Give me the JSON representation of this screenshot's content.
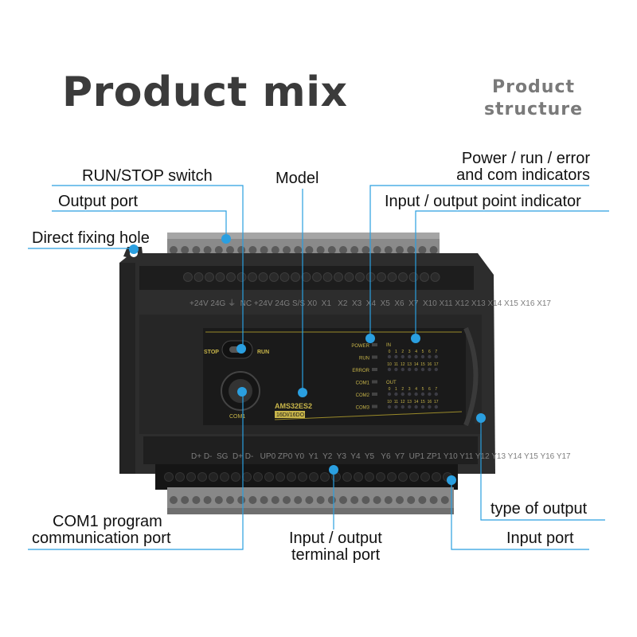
{
  "header": {
    "title": "Product mix",
    "subtitle_line1": "Product",
    "subtitle_line2": "structure"
  },
  "callouts": {
    "run_stop_switch": "RUN/STOP switch",
    "output_port": "Output port",
    "fixing_hole": "Direct fixing hole",
    "model": "Model",
    "indicators_line1": "Power / run / error",
    "indicators_line2": "and com indicators",
    "io_point_indicator": "Input / output point indicator",
    "com1_line1": "COM1 program",
    "com1_line2": "communication port",
    "terminal_line1": "Input / output",
    "terminal_line2": "terminal port",
    "type_of_output": "type of output",
    "input_port": "Input port"
  },
  "device": {
    "top_terminal_labels": "+24V 24G ⏚  NC +24V 24G S/S X0  X1   X2  X3  X4  X5  X6  X7  X10 X11 X12 X13 X14 X15 X16 X17",
    "bottom_terminal_labels": "D+ D-  SG  D+ D-   UP0 ZP0 Y0  Y1  Y2  Y3  Y4  Y5   Y6  Y7  UP1 ZP1 Y10 Y11 Y12 Y13 Y14 Y15 Y16 Y17",
    "switch_stop": "STOP",
    "switch_run": "RUN",
    "com_port": "COM1",
    "model_name": "AMS32ES2",
    "model_io": "16DI/16DO",
    "status_leds": [
      "POWER",
      "RUN",
      "ERROR",
      "COM1",
      "COM2",
      "COM3"
    ],
    "in_label": "IN",
    "out_label": "OUT",
    "row_a": [
      "0",
      "1",
      "2",
      "3",
      "4",
      "5",
      "6",
      "7"
    ],
    "row_b": [
      "10",
      "11",
      "12",
      "13",
      "14",
      "15",
      "16",
      "17"
    ]
  },
  "colors": {
    "callout_line": "#2a9fe0",
    "panel_text": "#c9b64a"
  }
}
